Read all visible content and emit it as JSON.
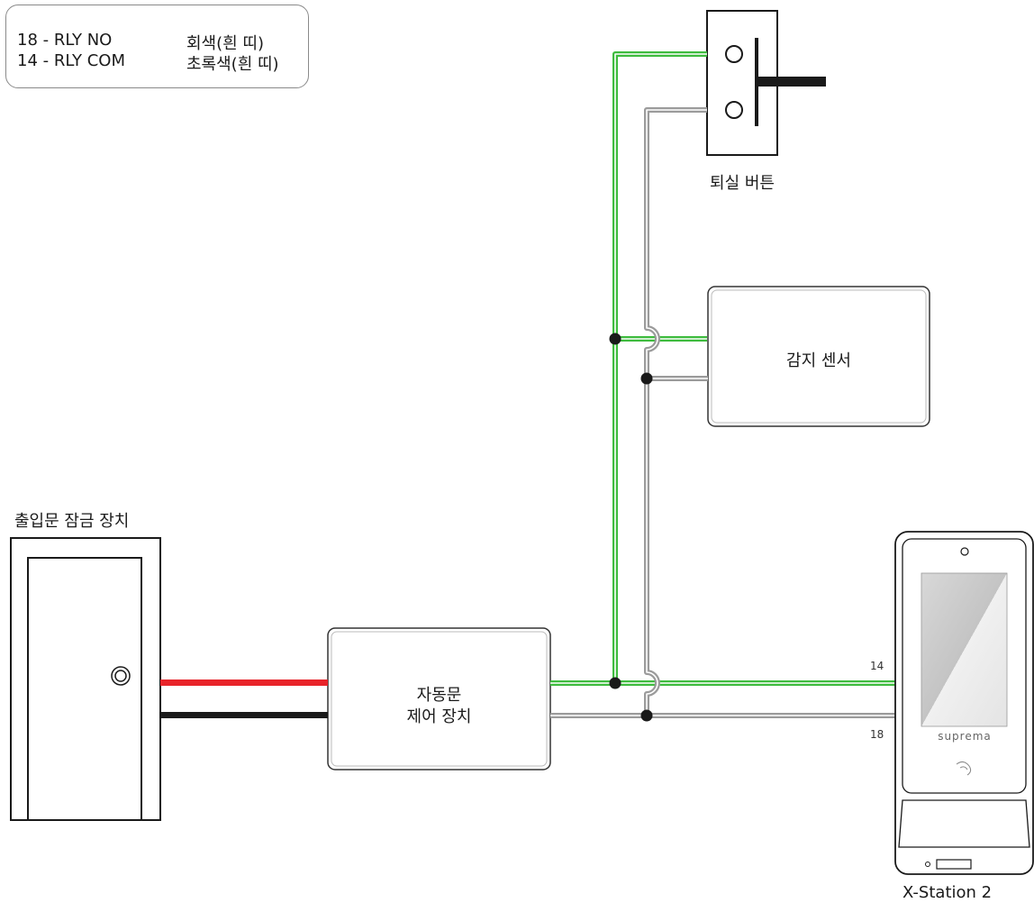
{
  "legend": {
    "rows": [
      {
        "terminal": "18 - RLY NO",
        "color": "회색(흰 띠)"
      },
      {
        "terminal": "14 - RLY COM",
        "color": "초록색(흰 띠)"
      }
    ]
  },
  "devices": {
    "exit_button": "퇴실 버튼",
    "sensor": "감지 센서",
    "door_lock": "출입문 잠금 장치",
    "door_controller_line1": "자동문",
    "door_controller_line2": "제어 장치",
    "reader": "X-Station 2",
    "reader_brand": "suprema"
  },
  "terminals": {
    "t14": "14",
    "t18": "18"
  },
  "colors": {
    "green_wire": "#3dbb3d",
    "gray_wire": "#9b9b9b",
    "red_wire": "#e8242a",
    "black_wire": "#1a1a1a"
  }
}
